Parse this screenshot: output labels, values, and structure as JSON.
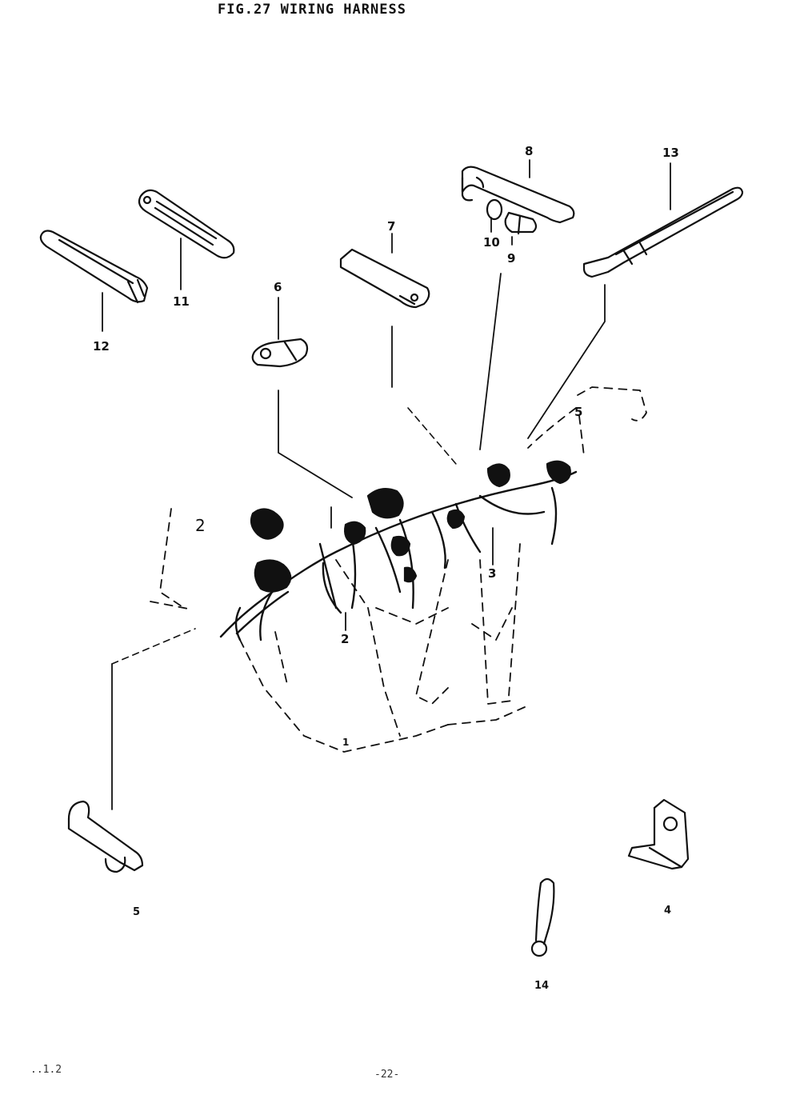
{
  "title": "FIG.27  WIRING HARNESS",
  "callouts": {
    "c1": "1",
    "c2a": "2",
    "c2b": "2",
    "c3": "3",
    "c4": "4",
    "c5a": "5",
    "c5b": "5",
    "c6": "6",
    "c7": "7",
    "c8": "8",
    "c9": "9",
    "c10": "10",
    "c11": "11",
    "c12": "12",
    "c13": "13",
    "c14": "14"
  },
  "footer": {
    "left": "..1.2",
    "page": "-22-"
  }
}
